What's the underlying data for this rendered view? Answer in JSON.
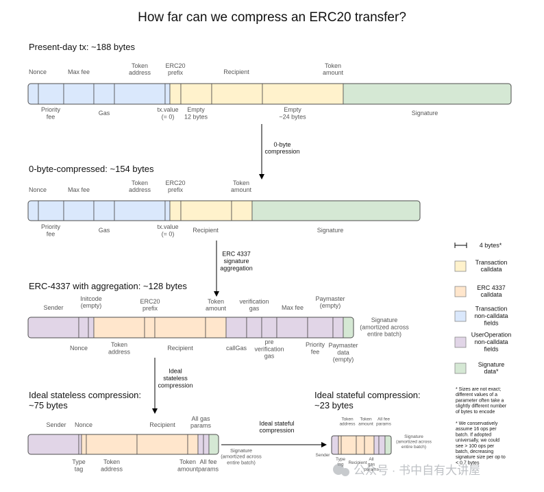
{
  "title": "How far can we compress an ERC20 transfer?",
  "colors": {
    "tx_calldata": "#fff2cc",
    "erc4337_calldata": "#ffe6cc",
    "tx_noncalldata": "#dae8fc",
    "userop_noncalldata": "#e1d5e7",
    "signature": "#d5e8d4",
    "stroke": "#4d4d4d",
    "label": "#555555"
  },
  "sections": {
    "present": {
      "title": "Present-day tx: ~188 bytes",
      "top_labels": [
        "Nonce",
        "Max fee",
        "Token\naddress",
        "ERC20\nprefix",
        "Recipient",
        "Token\namount"
      ],
      "bottom_labels": [
        "Priority\nfee",
        "Gas",
        "tx.value\n(= 0)",
        "Empty\n12 bytes",
        "Empty\n~24 bytes",
        "Signature"
      ]
    },
    "zero_byte": {
      "title": "0-byte-compressed: ~154 bytes",
      "top_labels": [
        "Nonce",
        "Max fee",
        "Token\naddress",
        "ERC20\nprefix",
        "Token\namount"
      ],
      "bottom_labels": [
        "Priority\nfee",
        "Gas",
        "tx.value\n(= 0)",
        "Recipient",
        "Signature"
      ]
    },
    "erc4337": {
      "title": "ERC-4337 with aggregation: ~128 bytes",
      "top_labels": [
        "Sender",
        "Initcode\n(empty)",
        "ERC20\nprefix",
        "Token\namount",
        "verification\ngas",
        "Max fee",
        "Paymaster\n(empty)"
      ],
      "bottom_labels": [
        "Nonce",
        "Token\naddress",
        "Recipient",
        "callGas",
        "pre\nverification\ngas",
        "Priority\nfee",
        "Paymaster\ndata\n(empty)"
      ],
      "signature_note": "Signature\n(amortized across\nentire batch)"
    },
    "stateless": {
      "title": "Ideal stateless compression:\n~75 bytes",
      "top_labels": [
        "Sender",
        "Nonce",
        "Recipient",
        "All gas\nparams"
      ],
      "bottom_labels": [
        "Type\ntag",
        "Token\naddress",
        "Token\namount",
        "All fee\nparams"
      ],
      "signature_note": "Signature\n(amortized across\nentire batch)"
    },
    "stateful": {
      "title": "Ideal stateful compression:\n~23 bytes",
      "top_labels": [
        "Token\naddress",
        "Token\namount",
        "All fee\nparams"
      ],
      "bottom_labels": [
        "Sender",
        "Type\ntag",
        "Recipient",
        "All\ngas\nparams"
      ],
      "signature_note": "Signature\n(amortized across\nentire batch)"
    }
  },
  "arrows": {
    "a1": "0-byte\ncompression",
    "a2": "ERC 4337\nsignature\naggregation",
    "a3": "Ideal\nstateless\ncompression",
    "a4": "Ideal stateful\ncompression"
  },
  "legend": {
    "scale": "4 bytes*",
    "items": [
      "Transaction\ncalldata",
      "ERC 4337\ncalldata",
      "Transaction\nnon-calldata\nfields",
      "UserOperation\nnon-calldata\nfields",
      "Signature\ndata*"
    ],
    "notes": [
      "* Sizes are not exact;\ndifferent values of a\nparameter often take a\nslightly different number\nof bytes to encode",
      "* We conservatively\nassume 16 ops per\nbatch. If adopted\nuniversally, we could\nsee > 100 ops per\nbatch, decreasing\nsignature size per op to\n< 0.7 bytes"
    ]
  },
  "watermark": "公众号 · 书中自有大讲屋"
}
